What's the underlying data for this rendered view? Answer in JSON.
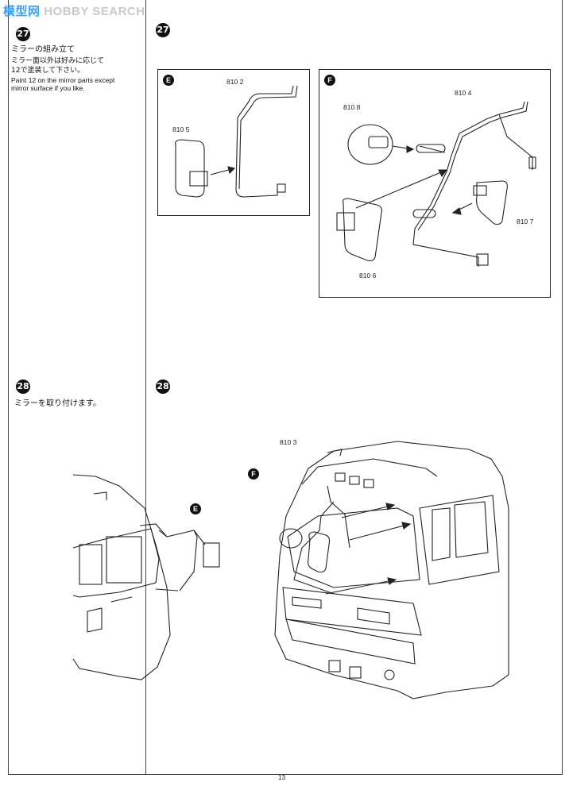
{
  "watermark": {
    "logo_cn": "模型网",
    "brand": "HOBBY SEARCH"
  },
  "left_column": {
    "step_mirror": {
      "title_jp": "ミラーの組み立て",
      "note_jp_1": "ミラー面以外は好みに応じて",
      "note_jp_2": "12で塗装して下さい。",
      "note_en_1": "Paint 12 on the mirror parts except",
      "note_en_2": "mirror surface if you like."
    },
    "step_28": {
      "number": "28",
      "text_jp": "ミラーを取り付けます。"
    }
  },
  "step_27": {
    "number": "27",
    "panel_e": {
      "letter": "E",
      "labels": {
        "arm": "810",
        "arm_num": "2",
        "mirror": "810",
        "mirror_num": "5"
      }
    },
    "panel_f": {
      "letter": "F",
      "labels": {
        "frame": "810",
        "frame_num": "4",
        "small_mirror": "810",
        "small_num": "8",
        "right_mirror": "810",
        "right_num": "7",
        "left_mirror": "810",
        "left_num": "6"
      }
    }
  },
  "step_28_main": {
    "number": "28",
    "letter_f": "F",
    "letter_e": "E",
    "part_label": "810",
    "part_num": "3"
  },
  "page_number": "13"
}
